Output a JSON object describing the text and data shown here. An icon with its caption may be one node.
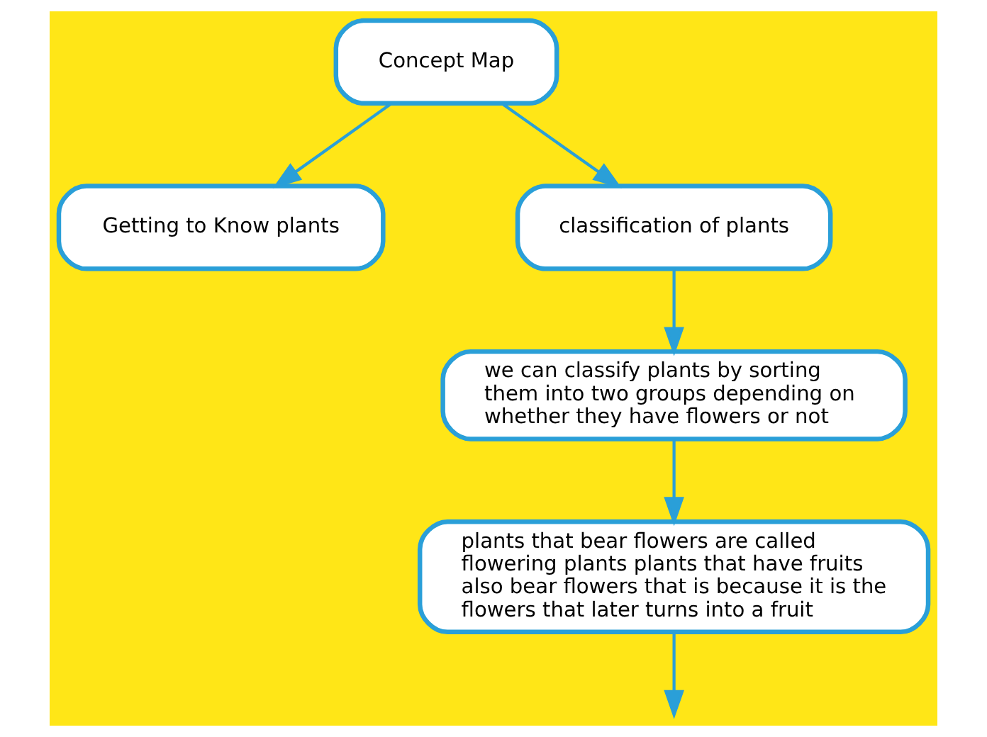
{
  "diagram": {
    "nodes": [
      {
        "text": [
          "Concept Map"
        ]
      },
      {
        "text": [
          "Getting to Know plants"
        ]
      },
      {
        "text": [
          "classification of plants"
        ]
      },
      {
        "text": [
          "we can classify plants by sorting them into two groups depending on whether they have flowers or not"
        ]
      },
      {
        "text": [
          "plants that bear flowers are called flowering plants plants that have fruits also bear flowers that is because it is the flowers that later turns into a fruit"
        ]
      }
    ],
    "edges": [
      {
        "from": 0,
        "to": 1,
        "arrow": "to"
      },
      {
        "from": 0,
        "to": 2,
        "arrow": "to"
      },
      {
        "from": 2,
        "to": 3,
        "arrow": "to"
      },
      {
        "from": 3,
        "to": 4,
        "arrow": "to"
      },
      {
        "from": 4,
        "to": null,
        "arrow": "to"
      }
    ]
  }
}
